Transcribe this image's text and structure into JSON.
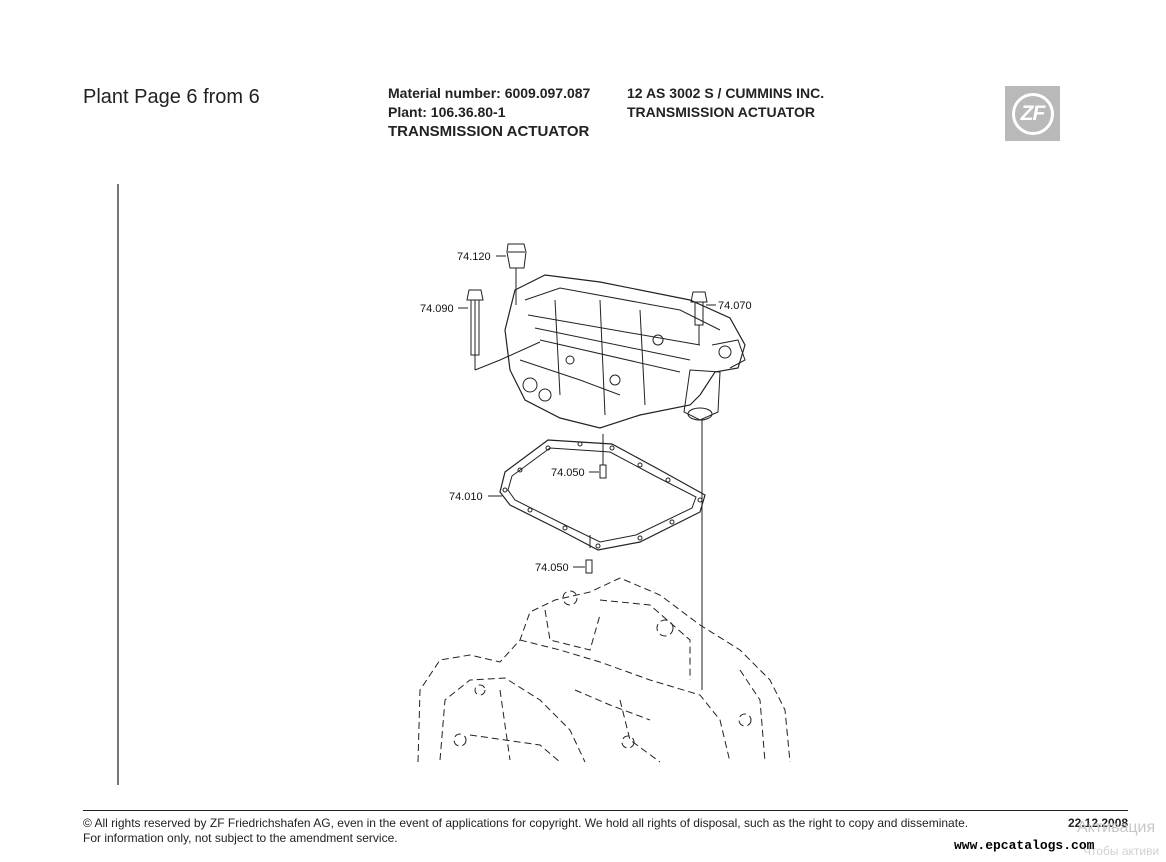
{
  "header": {
    "page_title": "Plant Page 6 from 6",
    "material_number": "Material number: 6009.097.087",
    "plant": "Plant: 106.36.80-1",
    "assembly_left": "TRANSMISSION ACTUATOR",
    "model": "12 AS 3002 S / CUMMINS INC.",
    "assembly_right": "TRANSMISSION ACTUATOR",
    "logo_text": "ZF"
  },
  "diagram": {
    "callouts": [
      "74.120",
      "74.090",
      "74.070",
      "74.050",
      "74.010",
      "74.050"
    ]
  },
  "footer": {
    "copyright": "© All rights reserved by ZF Friedrichshafen AG, even in the event of applications for copyright. We hold all rights of disposal, such as the right to copy and disseminate.",
    "notice": "For information only, not subject to the amendment service.",
    "date": "22.12.2008",
    "watermark": "www.epcatalogs.com",
    "activation_title": "Активация",
    "activation_sub": "Чтобы активи"
  },
  "colors": {
    "logo_bg": "#b9b9b9",
    "rule": "#777777",
    "text": "#222222"
  }
}
